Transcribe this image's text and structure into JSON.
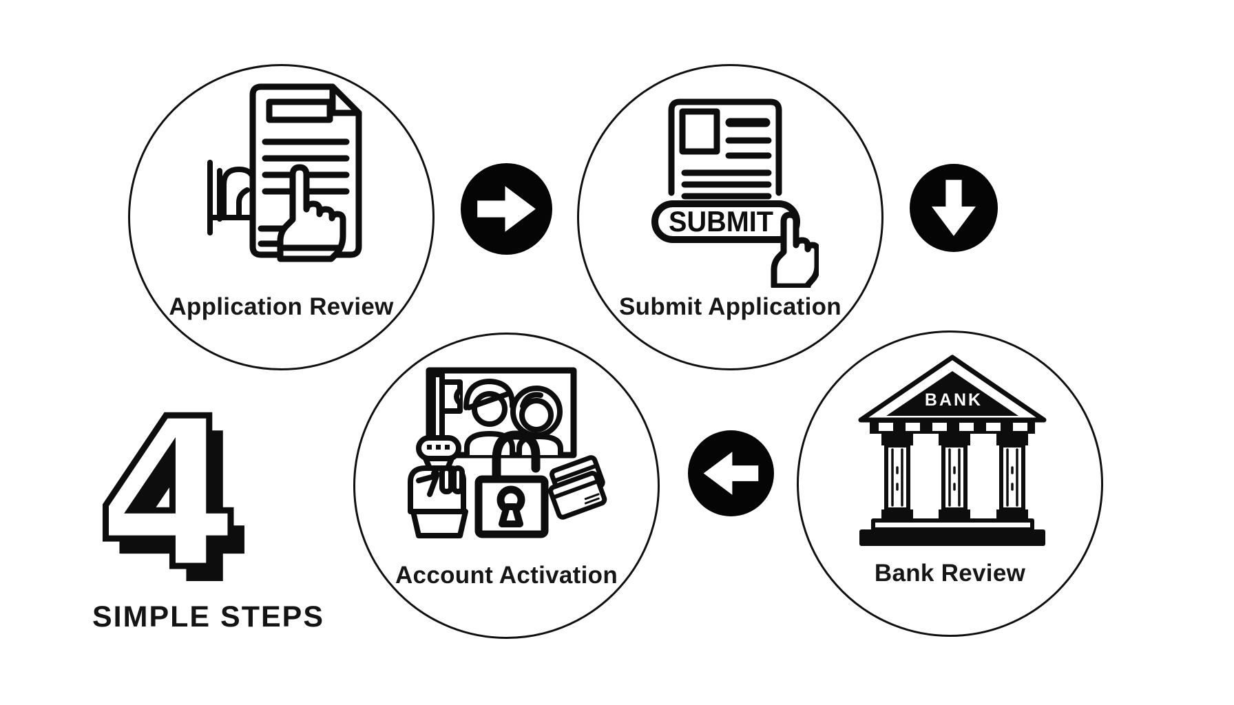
{
  "heading": {
    "number": "4",
    "caption": "SIMPLE STEPS"
  },
  "steps": [
    {
      "id": "application-review",
      "label": "Application Review",
      "icon": "document-review-icon"
    },
    {
      "id": "submit-application",
      "label": "Submit Application",
      "icon": "submit-form-icon",
      "icon_text": "SUBMIT"
    },
    {
      "id": "bank-review",
      "label": "Bank Review",
      "icon": "bank-building-icon",
      "icon_text": "BANK"
    },
    {
      "id": "account-activation",
      "label": "Account Activation",
      "icon": "account-unlock-icon"
    }
  ],
  "arrows": [
    {
      "direction": "right",
      "from": "application-review",
      "to": "submit-application"
    },
    {
      "direction": "down",
      "from": "submit-application",
      "to": "bank-review"
    },
    {
      "direction": "left",
      "from": "bank-review",
      "to": "account-activation"
    }
  ],
  "colors": {
    "ink": "#0d0d0d",
    "background": "#ffffff",
    "arrow_fill": "#050505",
    "arrow_glyph": "#ffffff"
  }
}
